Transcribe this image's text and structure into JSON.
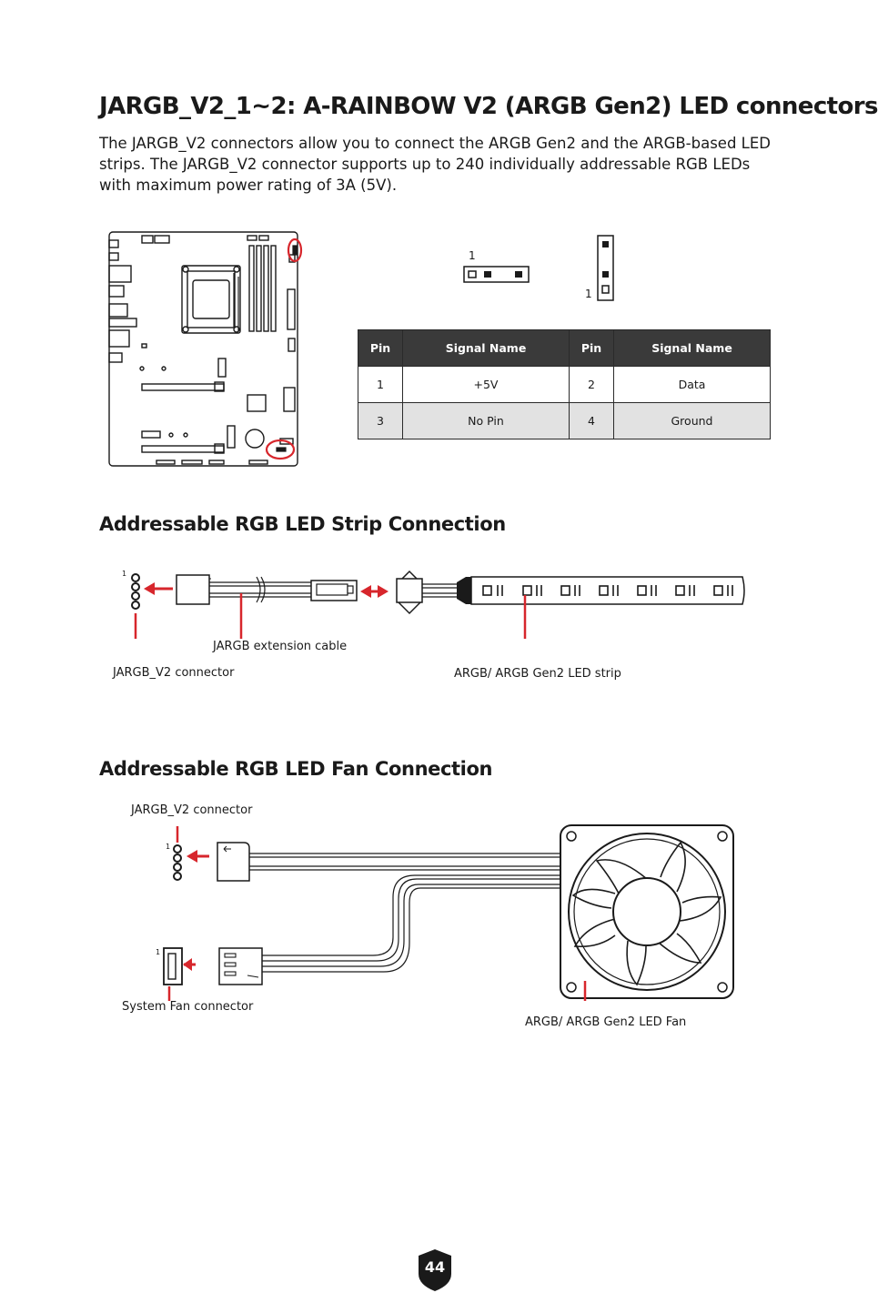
{
  "page": {
    "title": "JARGB_V2_1~2: A-RAINBOW V2 (ARGB Gen2) LED connectors",
    "intro": "The JARGB_V2 connectors allow you to connect the ARGB Gen2 and the ARGB-based LED strips. The JARGB_V2 connector supports up to 240 individually addressable RGB LEDs with maximum power rating of 3A (5V).",
    "page_number": "44"
  },
  "pinout": {
    "horizontal_pin1": "1",
    "vertical_pin1": "1",
    "headers": [
      "Pin",
      "Signal Name",
      "Pin",
      "Signal Name"
    ],
    "rows": [
      [
        "1",
        "+5V",
        "2",
        "Data"
      ],
      [
        "3",
        "No Pin",
        "4",
        "Ground"
      ]
    ]
  },
  "strip_section": {
    "heading": "Addressable RGB LED Strip Connection",
    "pin1": "1",
    "label_cable": "JARGB extension cable",
    "label_connector": "JARGB_V2 connector",
    "label_strip": "ARGB/ ARGB Gen2 LED strip"
  },
  "fan_section": {
    "heading": "Addressable RGB LED Fan Connection",
    "pin1_argb": "1",
    "pin1_fan": "1",
    "label_connector": "JARGB_V2 connector",
    "label_sysfan": "System Fan connector",
    "label_fan": "ARGB/ ARGB Gen2 LED Fan"
  },
  "colors": {
    "highlight": "#d7262c",
    "table_header": "#3a3a3a",
    "badge": "#1a1a1a"
  }
}
